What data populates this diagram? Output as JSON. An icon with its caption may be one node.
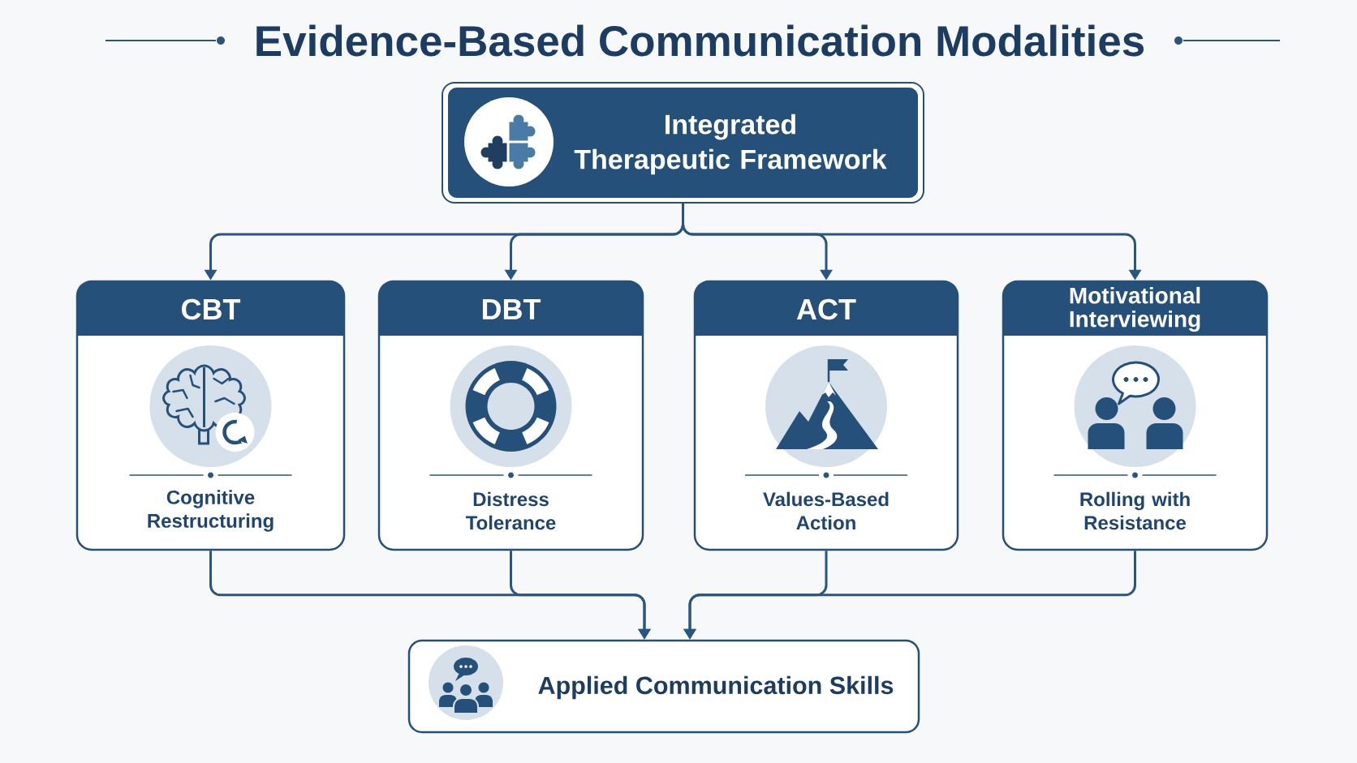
{
  "diagram": {
    "title": "Evidence-Based Communication Modalities",
    "nodes": [
      {
        "text": [
          "Integrated Therapeutic Framework"
        ]
      },
      {
        "text": [
          "CBT",
          "Cognitive Restructuring"
        ]
      },
      {
        "text": [
          "DBT",
          "Distress Tolerance"
        ]
      },
      {
        "text": [
          "ACT",
          "Values-Based Action"
        ]
      },
      {
        "text": [
          "Motivational Interviewing",
          "Rolling with Resistance"
        ]
      },
      {
        "text": [
          "Applied Communication Skills"
        ]
      }
    ],
    "edges": [
      {
        "from": 0,
        "to": 1,
        "arrow": "to"
      },
      {
        "from": 0,
        "to": 2,
        "arrow": "to"
      },
      {
        "from": 0,
        "to": 3,
        "arrow": "to"
      },
      {
        "from": 0,
        "to": 4,
        "arrow": "to"
      },
      {
        "from": 1,
        "to": 5,
        "arrow": "to"
      },
      {
        "from": 2,
        "to": 5,
        "arrow": "to"
      },
      {
        "from": 3,
        "to": 5,
        "arrow": "to"
      },
      {
        "from": 4,
        "to": 5,
        "arrow": "to"
      }
    ]
  }
}
